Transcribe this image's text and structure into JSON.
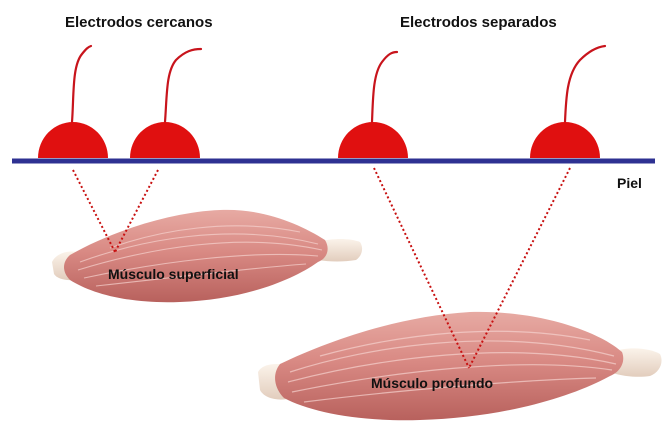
{
  "labels": {
    "close_title": "Electrodos cercanos",
    "far_title": "Electrodos separados",
    "skin": "Piel",
    "superficial_muscle": "Músculo superficial",
    "deep_muscle": "Músculo profundo"
  },
  "electrodes": [
    {
      "group": "close",
      "name": "electrode-close-left"
    },
    {
      "group": "close",
      "name": "electrode-close-right"
    },
    {
      "group": "far",
      "name": "electrode-far-left"
    },
    {
      "group": "far",
      "name": "electrode-far-right"
    }
  ],
  "colors": {
    "electrode": "#e01010",
    "lead_wire": "#c8141c",
    "skin_line": "#2e3192",
    "field_line": "#c81010",
    "muscle_base": "#d88a84",
    "muscle_dark": "#b85a56",
    "tendon": "#f3e6da"
  }
}
